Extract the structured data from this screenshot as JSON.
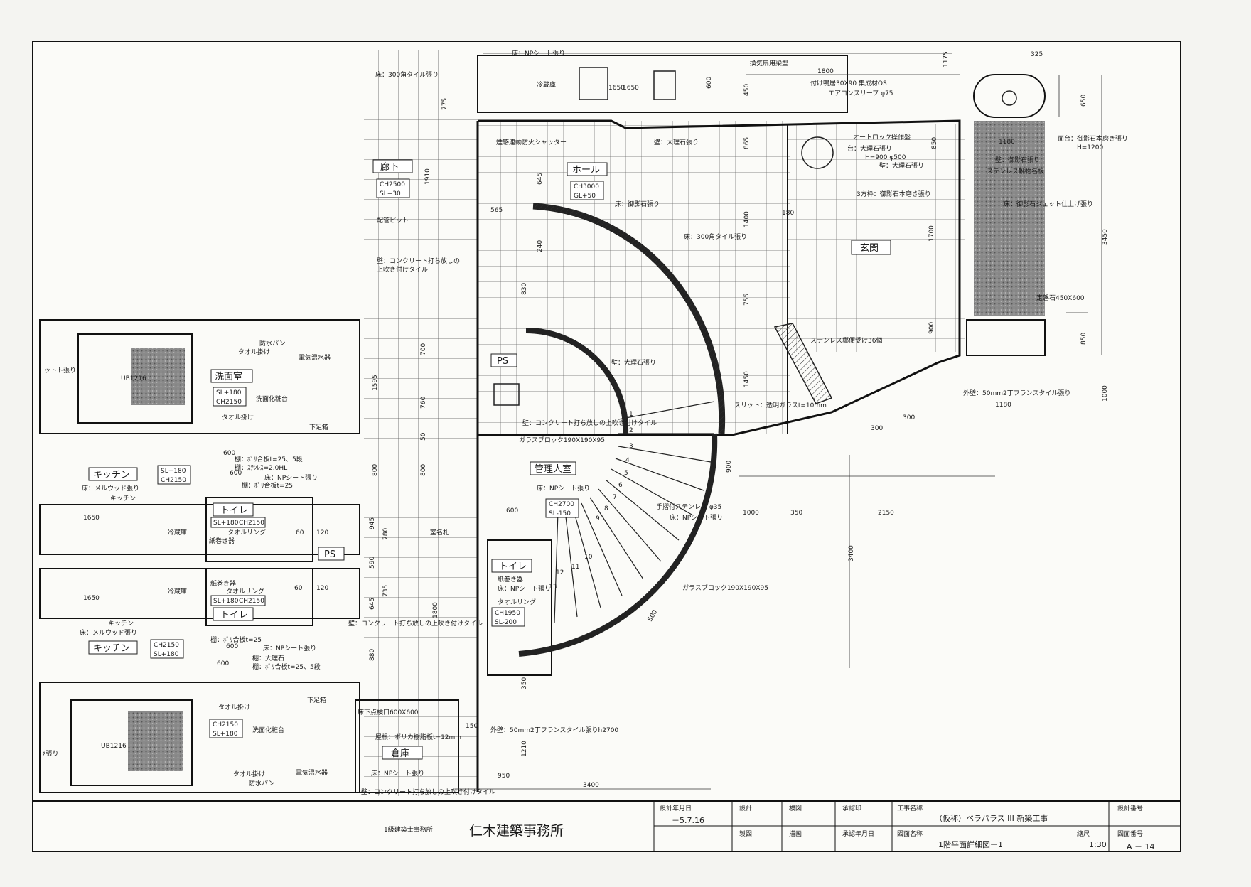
{
  "rooms": {
    "corridor": "廊下",
    "hall": "ホール",
    "entrance": "玄関",
    "ps_1": "PS",
    "ps_2": "PS",
    "manager_room": "管理人室",
    "toilet_1": "トイレ",
    "toilet_2": "トイレ",
    "toilet_3": "トイレ",
    "storage": "倉庫",
    "kitchen_1": "キッチン",
    "kitchen_2": "キッチン",
    "washroom": "洗面室"
  },
  "heights": {
    "corridor_ch": "CH2500",
    "corridor_sl": "SL+30",
    "hall_ch": "CH3000",
    "hall_gl": "GL+50",
    "manager_ch": "CH2700",
    "manager_sl": "SL-150",
    "toilet_ch": "CH1950",
    "toilet_sl": "SL-200",
    "kitchen1_sl": "SL+180",
    "kitchen1_ch": "CH2150",
    "kitchen2_ch": "CH2150",
    "kitchen2_sl": "SL+180",
    "wash1_sl": "SL+180",
    "wash1_ch": "CH2150",
    "wash2_ch": "CH2150",
    "wash2_sl": "SL+180",
    "toilet1_sl": "SL+180",
    "toilet1_ch": "CH2150",
    "toilet2_sl": "SL+180",
    "toilet2_ch": "CH2150"
  },
  "notes": {
    "floor_np_top": "床：NPシート張り",
    "floor_tile_300_top": "床：300角タイル張り",
    "fridge_top": "冷蔵庫",
    "vent": "換気扇用梁型",
    "bench": "付け鴨居30X90 集成材OS",
    "aircon": "エアコンスリーブ φ75",
    "shutter": "煙感連動防火シャッター",
    "wall_marble": "壁：大理石張り",
    "autolock": "オートロック操作盤",
    "stand_marble": "台：大理石張り",
    "stand_size": "H=900 φ500",
    "wall_marble_2": "壁：大理石張り",
    "wash_counter": "面台：御影石本磨き張り",
    "wash_counter_h": "H=1200",
    "wall_granite": "壁：御影石張り",
    "steel_shelf": "ステンレス靴物名板",
    "frame_granite": "3方枠：御影石本磨き張り",
    "floor_granite_jet": "床：御影石ジェット仕上げ張り",
    "pipe_pit": "配管ピット",
    "floor_granite": "床：御影石張り",
    "floor_tile_300": "床：300角タイル張り",
    "wall_concrete_1": "壁：コンクリート打ち放しの",
    "wall_concrete_1b": "上吹き付けタイル",
    "steel_mailbox": "ステンレス郵便受け36個",
    "threshold": "定磐石450X600",
    "wall_marble_3": "壁：大理石張り",
    "slit_glass": "スリット：透明ガラスt=10mm",
    "ext_wall_1": "外壁：50mm2丁フランスタイル張り",
    "wall_concrete_2": "壁：コンクリート打ち放しの上吹き付けタイル",
    "glass_block_1": "ガラスブロック190X190X95",
    "floor_np_manager": "床：NPシート張り",
    "steel_handrail": "手摺付ステンレス φ35",
    "floor_np_2": "床：NPシート張り",
    "nameplate": "室名札",
    "paper_holder": "紙巻き器",
    "floor_np_toilet": "床：NPシート張り",
    "towel_ring": "タオルリング",
    "glass_block_2": "ガラスブロック190X190X95",
    "wall_concrete_3": "壁：コンクリート打ち放しの上吹き付けタイル",
    "floor_inspect": "床下点検口600X600",
    "ceiling_poly": "屋根：ポリカ樹脂板t=12mm",
    "ext_wall_2": "外壁：50mm2丁フランスタイル張りh2700",
    "floor_np_storage": "床：NPシート張り",
    "wall_concrete_4": "壁：コンクリート打ち放しの上吹き付けタイル",
    "waterproof_pan_1": "防水パン",
    "towel_hanger_1": "タオル掛け",
    "water_heater_1": "電気温水器",
    "wash_basin_1": "洗面化粧台",
    "towel_hanger_2": "タオル掛け",
    "shoe_box_1": "下足箱",
    "tile_tension": "ットト張り",
    "ub_1": "UB1216",
    "ub_2": "UB1216",
    "tread_1": "棚：ﾎﾟﾘ合板t=25、5段",
    "sink_steel": "棚：ｽﾃﾝﾚｽ=2.0HL",
    "tread_2": "棚：ﾎﾟﾘ合板t=25",
    "floor_np_k1": "床：NPシート張り",
    "floor_melwood_1": "床：メルウッド張り",
    "kitchen_label_1": "キッチン",
    "fridge_1": "冷蔵庫",
    "towel_ring_1": "タオルリング",
    "paper_holder_1": "紙巻き器",
    "paper_holder_2": "紙巻き器",
    "towel_ring_2": "タオルリング",
    "fridge_2": "冷蔵庫",
    "kitchen_label_2": "キッチン",
    "floor_melwood_2": "床：メルウッド張り",
    "tread_3": "棚：ﾎﾟﾘ合板t=25",
    "floor_np_k2": "床：NPシート張り",
    "marble_2": "棚：大理石",
    "tread_4": "棚：ﾎﾟﾘ合板t=25、5段",
    "towel_hanger_3": "タオル掛け",
    "wash_basin_2": "洗面化粧台",
    "shoe_box_2": "下足箱",
    "towel_hanger_4": "タオル掛け",
    "waterproof_pan_2": "防水パン",
    "water_heater_2": "電気温水器",
    "tile_tension_2": "ﾒ張り"
  },
  "dims": {
    "d1800": "1800",
    "d1175": "1175",
    "d325": "325",
    "d1650_top": "1650",
    "d600_top": "600",
    "d450": "450",
    "d775": "775",
    "d865": "865",
    "d1180_top": "1180",
    "d850_top": "850",
    "d650": "650",
    "d3450": "3450",
    "d1910": "1910",
    "d645": "645",
    "d565": "565",
    "d1400": "1400",
    "d1700": "1700",
    "d180": "180",
    "d755": "755",
    "d900": "900",
    "d850_r": "850",
    "d1000_r": "1000",
    "d1180_r": "1180",
    "d830": "830",
    "d240": "240",
    "d700": "700",
    "d1450": "1450",
    "d1595": "1595",
    "d760": "760",
    "d50": "50",
    "d800_1": "800",
    "d800_2": "800",
    "d300_1": "300",
    "d300_2": "300",
    "d900_stair": "900",
    "d1000_b": "1000",
    "d350_b": "350",
    "d2150": "2150",
    "d3400_v": "3400",
    "d500": "500",
    "d600_mgr": "600",
    "d945": "945",
    "d780": "780",
    "d590": "590",
    "d735": "735",
    "d645_b": "645",
    "d1800_b": "1800",
    "d880": "880",
    "d350_v": "350",
    "d1210": "1210",
    "d950": "950",
    "d3400_b": "3400",
    "d150": "150",
    "d600_k1": "600",
    "d600_k2": "600",
    "d1650_k1": "1650",
    "d1650_k2": "1650",
    "d120_1": "120",
    "d120_2": "120",
    "d600_k3": "600",
    "d600_k4": "600",
    "d1650_w": "1650",
    "d60_1": "60",
    "d60_2": "60"
  },
  "stair_steps": [
    "1",
    "2",
    "3",
    "4",
    "5",
    "6",
    "7",
    "8",
    "9",
    "10",
    "11",
    "12",
    "13"
  ],
  "title_block": {
    "design_date_label": "設計年月日",
    "design_date": "－5.7.16",
    "design_label": "設計",
    "check_label": "検図",
    "approve_label": "承認印",
    "project_label": "工事名称",
    "project_name": "（仮称）ベラパラス III 新築工事",
    "drawing_no_label": "設計番号",
    "draw_label": "製図",
    "trace_label": "描画",
    "approve_date_label": "承認年月日",
    "drawing_name_label": "図面名称",
    "drawing_name": "1階平面詳細図ー1",
    "scale_label": "縮尺",
    "scale": "1:30",
    "sheet_no_label": "図面番号",
    "sheet_no": "A － 14",
    "firm_prefix": "1級建築士事務所",
    "firm_name": "仁木建築事務所"
  }
}
